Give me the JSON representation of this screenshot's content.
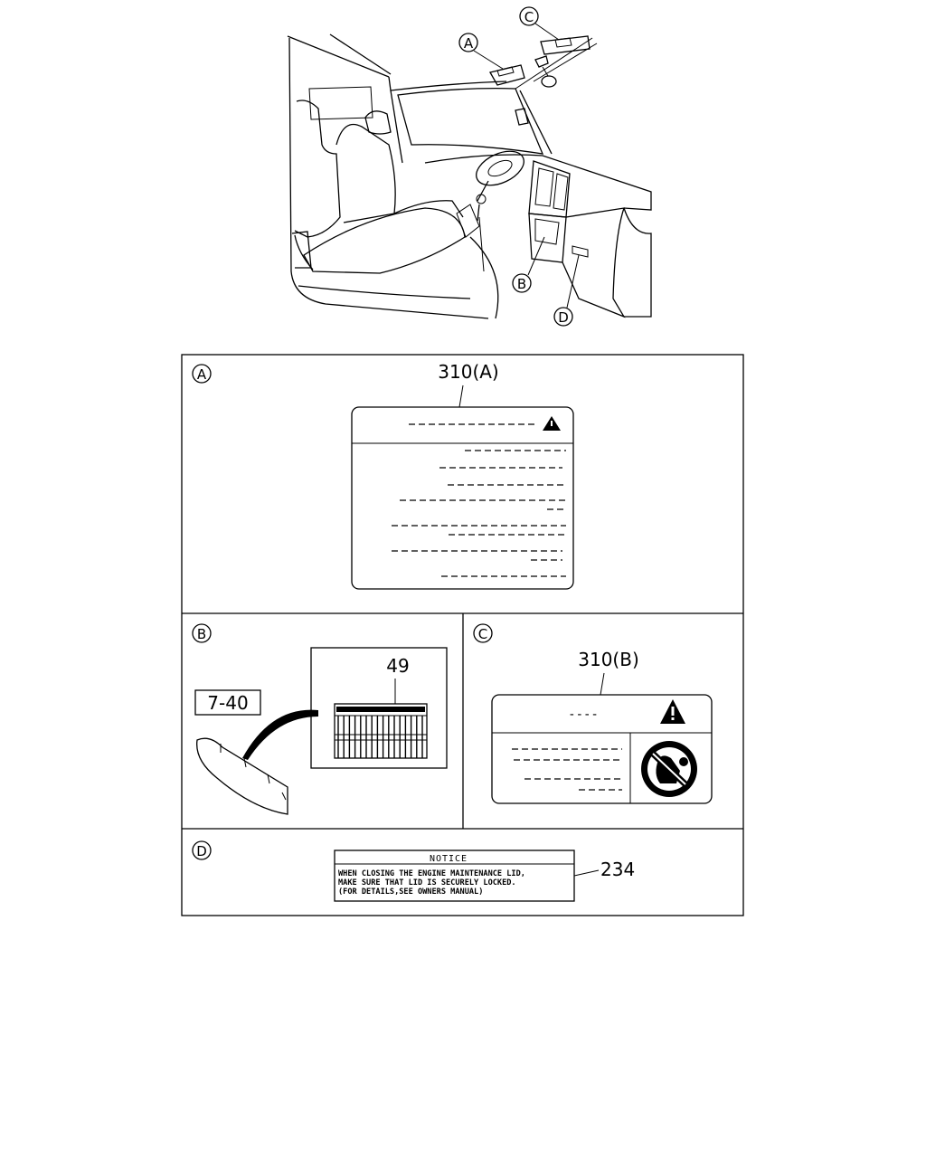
{
  "callouts": {
    "a": "A",
    "b": "B",
    "c": "C",
    "d": "D"
  },
  "panel_a": {
    "letter": "A",
    "part_number": "310(A)"
  },
  "panel_b": {
    "letter": "B",
    "part_number_label": "49",
    "part_number_box": "7-40"
  },
  "panel_c": {
    "letter": "C",
    "part_number": "310(B)",
    "header_text": "----"
  },
  "panel_d": {
    "letter": "D",
    "part_number": "234",
    "notice_title": "NOTICE",
    "notice_lines": [
      "WHEN CLOSING THE ENGINE MAINTENANCE LID,",
      "MAKE SURE THAT LID IS SECURELY LOCKED.",
      "(FOR DETAILS,SEE OWNERS MANUAL)"
    ]
  },
  "icons": [
    "warning-triangle-icon",
    "no-child-seat-icon",
    "label-sticker-icon"
  ]
}
